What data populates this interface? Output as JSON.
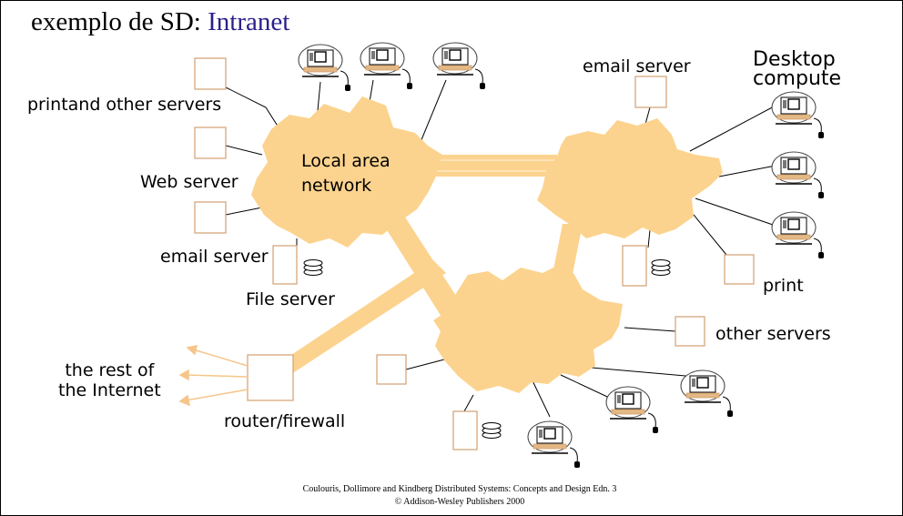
{
  "title": {
    "prefix": "exemplo de SD: ",
    "accent": "Intranet"
  },
  "labels": {
    "print_other_servers": "printand other servers",
    "web_server": "Web server",
    "email_server_left": "email server",
    "file_server": "File server",
    "lan": "Local area\nnetwork",
    "email_server_right": "email server",
    "desktop_compute": "Desktop\ncompute",
    "print": "print",
    "other_servers": "other servers",
    "rest_of_internet": "the rest of\nthe Internet",
    "router_firewall": "router/firewall"
  },
  "footer": {
    "line1": "Coulouris, Dollimore and Kindberg   Distributed Systems: Concepts and Design   Edn. 3",
    "line2": "©  Addison-Wesley Publishers 2000"
  },
  "colors": {
    "cloud": "#fcd38e",
    "box_border": "#d2a172",
    "accent": "#2a1f8c",
    "arrow": "#f6c58a"
  }
}
